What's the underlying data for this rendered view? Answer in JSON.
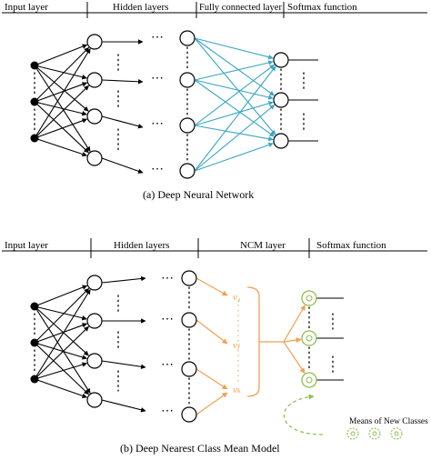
{
  "diagram_a": {
    "headers": {
      "input": "Input layer",
      "hidden": "Hidden layers",
      "fc": "Fully connected layer",
      "softmax": "Softmax function"
    },
    "caption": "(a) Deep Neural Network",
    "ellipsis_h": "⋯",
    "ellipsis_v": "⋮"
  },
  "diagram_b": {
    "headers": {
      "input": "Input layer",
      "hidden": "Hidden layers",
      "ncm": "NCM layer",
      "softmax": "Softmax function"
    },
    "caption": "(b) Deep Nearest Class Mean Model",
    "v_labels": [
      "v₁",
      "vⱼ",
      "vₖ"
    ],
    "new_classes_label": "Means of New Classes",
    "ellipsis_h": "⋯",
    "ellipsis_v": "⋮"
  },
  "colors": {
    "fc_connections": "#3aa6c4",
    "ncm_arrows": "#f0a050",
    "class_means": "#8cbf4a",
    "new_class_means": "#8cbf4a",
    "input_node": "#000000",
    "node_stroke": "#000000"
  }
}
